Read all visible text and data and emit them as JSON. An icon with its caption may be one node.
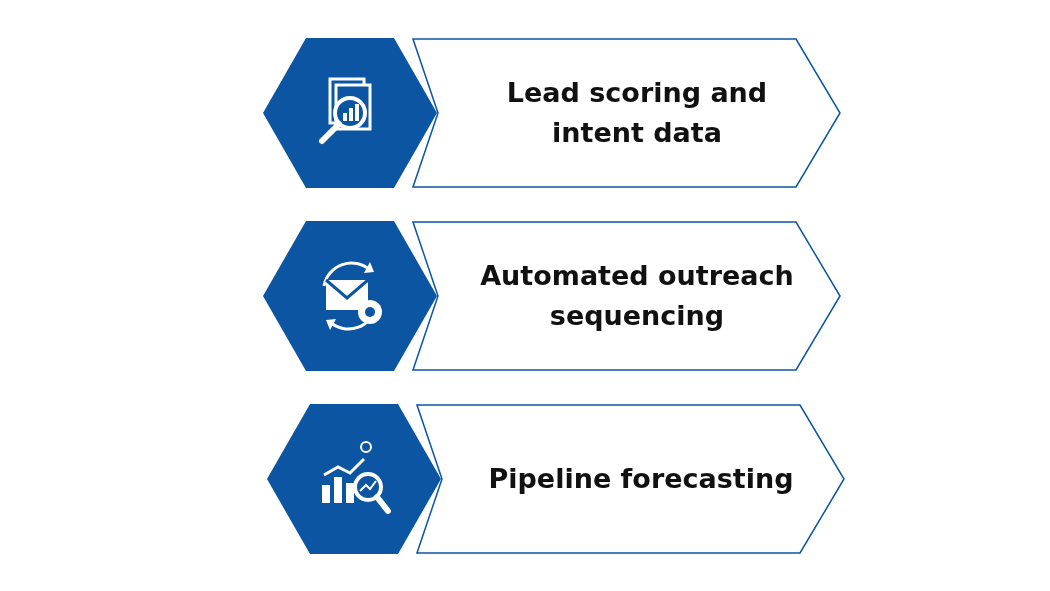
{
  "diagram": {
    "nodes": [
      {
        "text": [],
        "shape": "hexagon"
      },
      {
        "text": [
          "Lead scoring and intent data"
        ]
      },
      {
        "text": [],
        "shape": "hexagon"
      },
      {
        "text": [
          "Automated outreach sequencing"
        ]
      },
      {
        "text": [],
        "shape": "hexagon"
      },
      {
        "text": [
          "Pipeline forecasting"
        ]
      }
    ],
    "edges": []
  }
}
